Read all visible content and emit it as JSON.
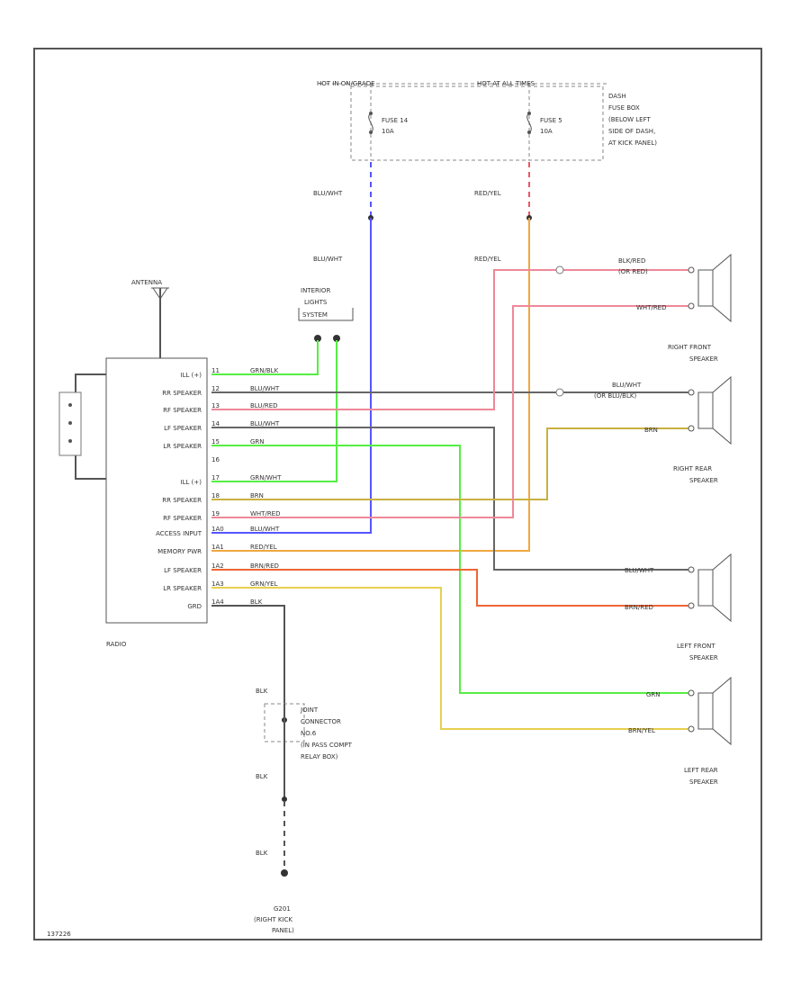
{
  "header": {
    "hot_left": "HOT IN ON/GRADE",
    "hot_right": "HOT AT ALL TIMES",
    "fusebox_lines": [
      "DASH",
      "FUSE BOX",
      "(BELOW LEFT",
      "SIDE OF DASH,",
      "AT KICK PANEL)"
    ],
    "fuse_left": [
      "FUSE 14",
      "10A"
    ],
    "fuse_right": [
      "FUSE 5",
      "10A"
    ]
  },
  "wire_labels": {
    "blu_wht_top": "BLU/WHT",
    "red_yel_top": "RED/YEL",
    "blu_wht_mid": "BLU/WHT",
    "red_yel_mid": "RED/YEL"
  },
  "antenna": "ANTENNA",
  "interior_lights": [
    "INTERIOR",
    "LIGHTS",
    "SYSTEM"
  ],
  "radio": {
    "label": "RADIO",
    "pins": [
      "ILL (+)",
      "RR SPEAKER",
      "RF SPEAKER",
      "LF SPEAKER",
      "LR SPEAKER",
      "",
      "ILL (+)",
      "RR SPEAKER",
      "RF SPEAKER",
      "ACCESS INPUT",
      "MEMORY PWR",
      "LF SPEAKER",
      "LR SPEAKER",
      "GRD"
    ],
    "pin_numbers": [
      "11",
      "12",
      "13",
      "14",
      "15",
      "16",
      "17",
      "18",
      "19",
      "1A0",
      "1A1",
      "1A2",
      "1A3",
      "1A4"
    ],
    "wires": [
      "GRN/BLK",
      "BLU/WHT",
      "BLU/RED",
      "BLU/WHT",
      "GRN",
      "",
      "GRN/WHT",
      "BRN",
      "WHT/RED",
      "BLU/WHT",
      "RED/YEL",
      "BRN/RED",
      "GRN/YEL",
      "BLK"
    ]
  },
  "speakers": {
    "right_front": {
      "name": [
        "RIGHT FRONT",
        "SPEAKER"
      ],
      "wire_top": [
        "BLK/RED",
        "(OR RED)"
      ],
      "wire_bottom": "WHT/RED"
    },
    "right_rear": {
      "name": [
        "RIGHT REAR",
        "SPEAKER"
      ],
      "wire_top": [
        "BLU/WHT",
        "(OR BLU/BLK)"
      ],
      "wire_bottom": "BRN"
    },
    "left_front": {
      "name": [
        "LEFT FRONT",
        "SPEAKER"
      ],
      "wire_top": "BLU/WHT",
      "wire_bottom": "BRN/RED"
    },
    "left_rear": {
      "name": [
        "LEFT REAR",
        "SPEAKER"
      ],
      "wire_top": "GRN",
      "wire_bottom": "BRN/YEL"
    }
  },
  "ground": {
    "blk1": "BLK",
    "blk2": "BLK",
    "blk3": "BLK",
    "connector": [
      "JOINT",
      "CONNECTOR",
      "NO.6",
      "(IN PASS COMPT",
      "RELAY BOX)"
    ],
    "point": [
      "G201",
      "(RIGHT KICK",
      "PANEL)"
    ]
  },
  "figure_id": "137226",
  "colors": {
    "blue": "#5555ff",
    "green": "#55ee44",
    "grey": "#666666",
    "pink": "#ee8899",
    "orange": "#f0a840",
    "red_orange": "#ee6633",
    "olive": "#c8b040",
    "yellow": "#e8d050"
  }
}
